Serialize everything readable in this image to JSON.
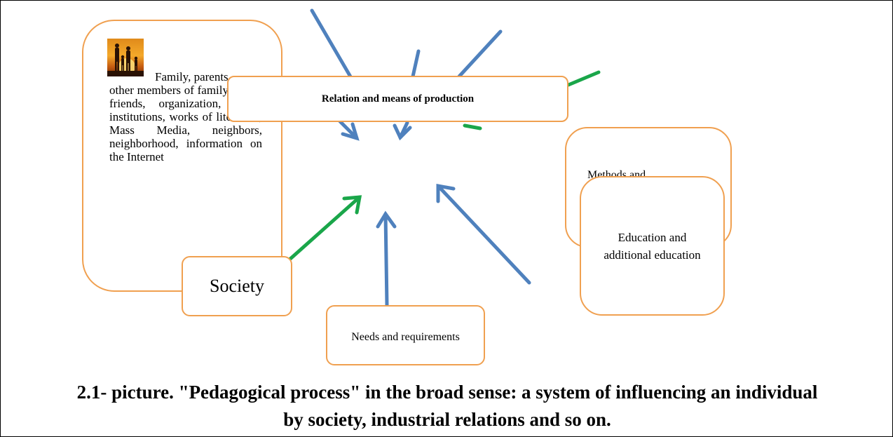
{
  "diagram": {
    "family_box": {
      "text": "Family, parents, other members of family, peers, friends, organization, social institutions, works of literature, Mass Media, neighbors, neighborhood, information on the Internet",
      "image_icon": "family-silhouette-sunset-icon"
    },
    "relation_box": {
      "label": "Relation and means of production"
    },
    "methods_box": {
      "label": "Methods and"
    },
    "education_box": {
      "label": "Education and additional education"
    },
    "society_box": {
      "label": "Society"
    },
    "needs_box": {
      "label": "Needs and requirements"
    },
    "colors": {
      "box_border": "#f0a050",
      "arrow_blue": "#4f81bd",
      "arrow_green": "#1aa64a"
    }
  },
  "caption": {
    "line1": "2.1- picture. \"Pedagogical process\" in the broad sense: a system of influencing an individual",
    "line2": "by society, industrial relations and so on."
  }
}
